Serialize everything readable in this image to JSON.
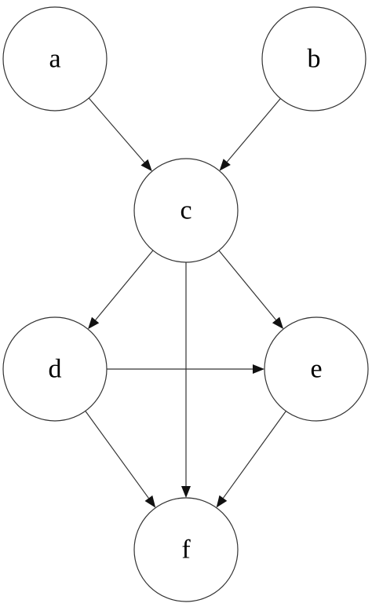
{
  "nodes": [
    {
      "id": "a",
      "label": "a"
    },
    {
      "id": "b",
      "label": "b"
    },
    {
      "id": "c",
      "label": "c"
    },
    {
      "id": "d",
      "label": "d"
    },
    {
      "id": "e",
      "label": "e"
    },
    {
      "id": "f",
      "label": "f"
    }
  ],
  "edges": [
    {
      "from": "a",
      "to": "c"
    },
    {
      "from": "b",
      "to": "c"
    },
    {
      "from": "c",
      "to": "d"
    },
    {
      "from": "c",
      "to": "e"
    },
    {
      "from": "c",
      "to": "f"
    },
    {
      "from": "d",
      "to": "e"
    },
    {
      "from": "d",
      "to": "f"
    },
    {
      "from": "e",
      "to": "f"
    }
  ],
  "colors": {
    "stroke": "#333333",
    "arrowhead": "#111111",
    "background": "#ffffff"
  }
}
